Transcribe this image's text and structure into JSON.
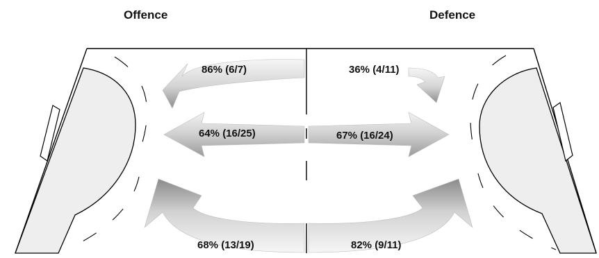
{
  "headers": {
    "offence": "Offence",
    "defence": "Defence"
  },
  "arrows": {
    "top_left": "86% (6/7)",
    "top_right": "36% (4/11)",
    "middle_left": "64% (16/25)",
    "middle_right": "67% (16/24)",
    "bottom_left": "68% (13/19)",
    "bottom_right": "82% (9/11)"
  },
  "colors": {
    "court_line": "#000000",
    "goal_area_fill": "#eeeeee",
    "arrow_light": "#f4f4f4",
    "arrow_dark": "#9a9a9a"
  }
}
